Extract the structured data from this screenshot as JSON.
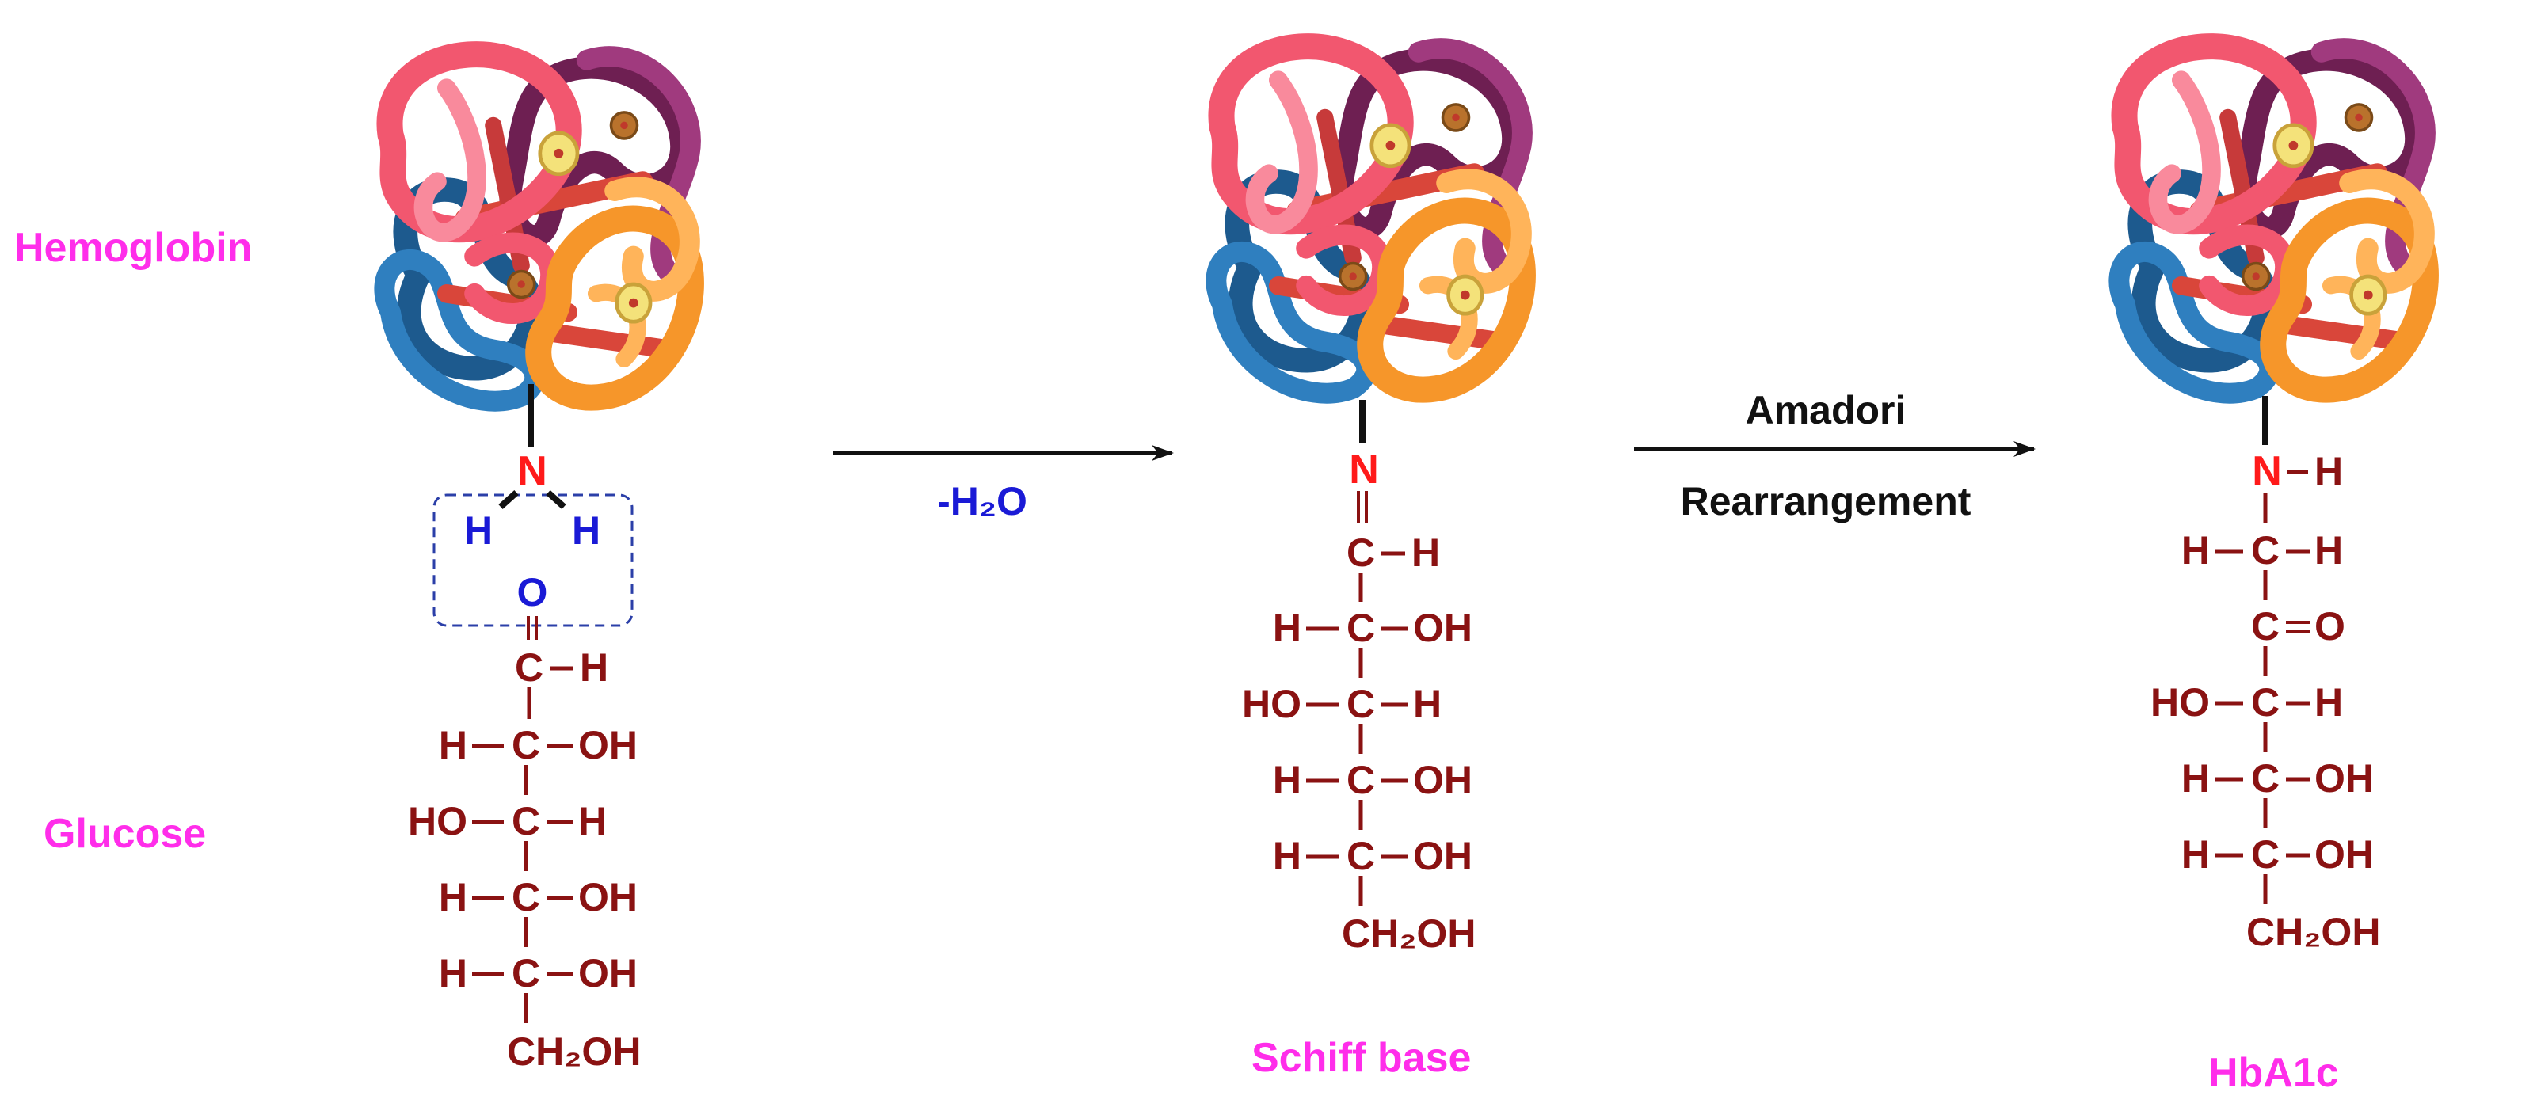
{
  "colors": {
    "label": "#ff2dea",
    "atom": "#8a1212",
    "nitrogen": "#ff1a1a",
    "highlight": "#1a1ad6",
    "bond": "#8a1212",
    "black": "#111111",
    "box": "#2b3fa8",
    "protein_pink": "#f2576f",
    "protein_pink_light": "#f98a9c",
    "protein_magenta": "#a03a7e",
    "protein_magenta_dark": "#6e1f52",
    "protein_blue": "#2f7fbf",
    "protein_blue_dark": "#1d5a8e",
    "protein_orange": "#f6962a",
    "protein_orange_light": "#ffb45a",
    "protein_red": "#d9463a",
    "heme_yellow": "#f4e27a",
    "heme_brown": "#b9722c"
  },
  "labels": {
    "hemoglobin": "Hemoglobin",
    "glucose": "Glucose",
    "schiff": "Schiff base",
    "hba1c": "HbA1c"
  },
  "arrows": {
    "first": {
      "below": "-H₂O"
    },
    "second": {
      "above": "Amadori",
      "below": "Rearrangement"
    }
  },
  "glucose": {
    "n": "N",
    "h_left": "H",
    "h_right": "H",
    "o": "O",
    "rows": [
      {
        "left": "",
        "center": "C",
        "right": "H"
      },
      {
        "left": "H",
        "center": "C",
        "right": "OH"
      },
      {
        "left": "HO",
        "center": "C",
        "right": "H"
      },
      {
        "left": "H",
        "center": "C",
        "right": "OH"
      },
      {
        "left": "H",
        "center": "C",
        "right": "OH"
      }
    ],
    "tail": "CH₂OH"
  },
  "schiff": {
    "n": "N",
    "rows": [
      {
        "left": "",
        "center": "C",
        "right": "H"
      },
      {
        "left": "H",
        "center": "C",
        "right": "OH"
      },
      {
        "left": "HO",
        "center": "C",
        "right": "H"
      },
      {
        "left": "H",
        "center": "C",
        "right": "OH"
      },
      {
        "left": "H",
        "center": "C",
        "right": "OH"
      }
    ],
    "tail": "CH₂OH"
  },
  "hba1c": {
    "n": "N",
    "n_h": "H",
    "rows": [
      {
        "left": "H",
        "center": "C",
        "right": "H"
      },
      {
        "left": "",
        "center": "C",
        "right": "O"
      },
      {
        "left": "HO",
        "center": "C",
        "right": "H"
      },
      {
        "left": "H",
        "center": "C",
        "right": "OH"
      },
      {
        "left": "H",
        "center": "C",
        "right": "OH"
      }
    ],
    "tail": "CH₂OH"
  }
}
